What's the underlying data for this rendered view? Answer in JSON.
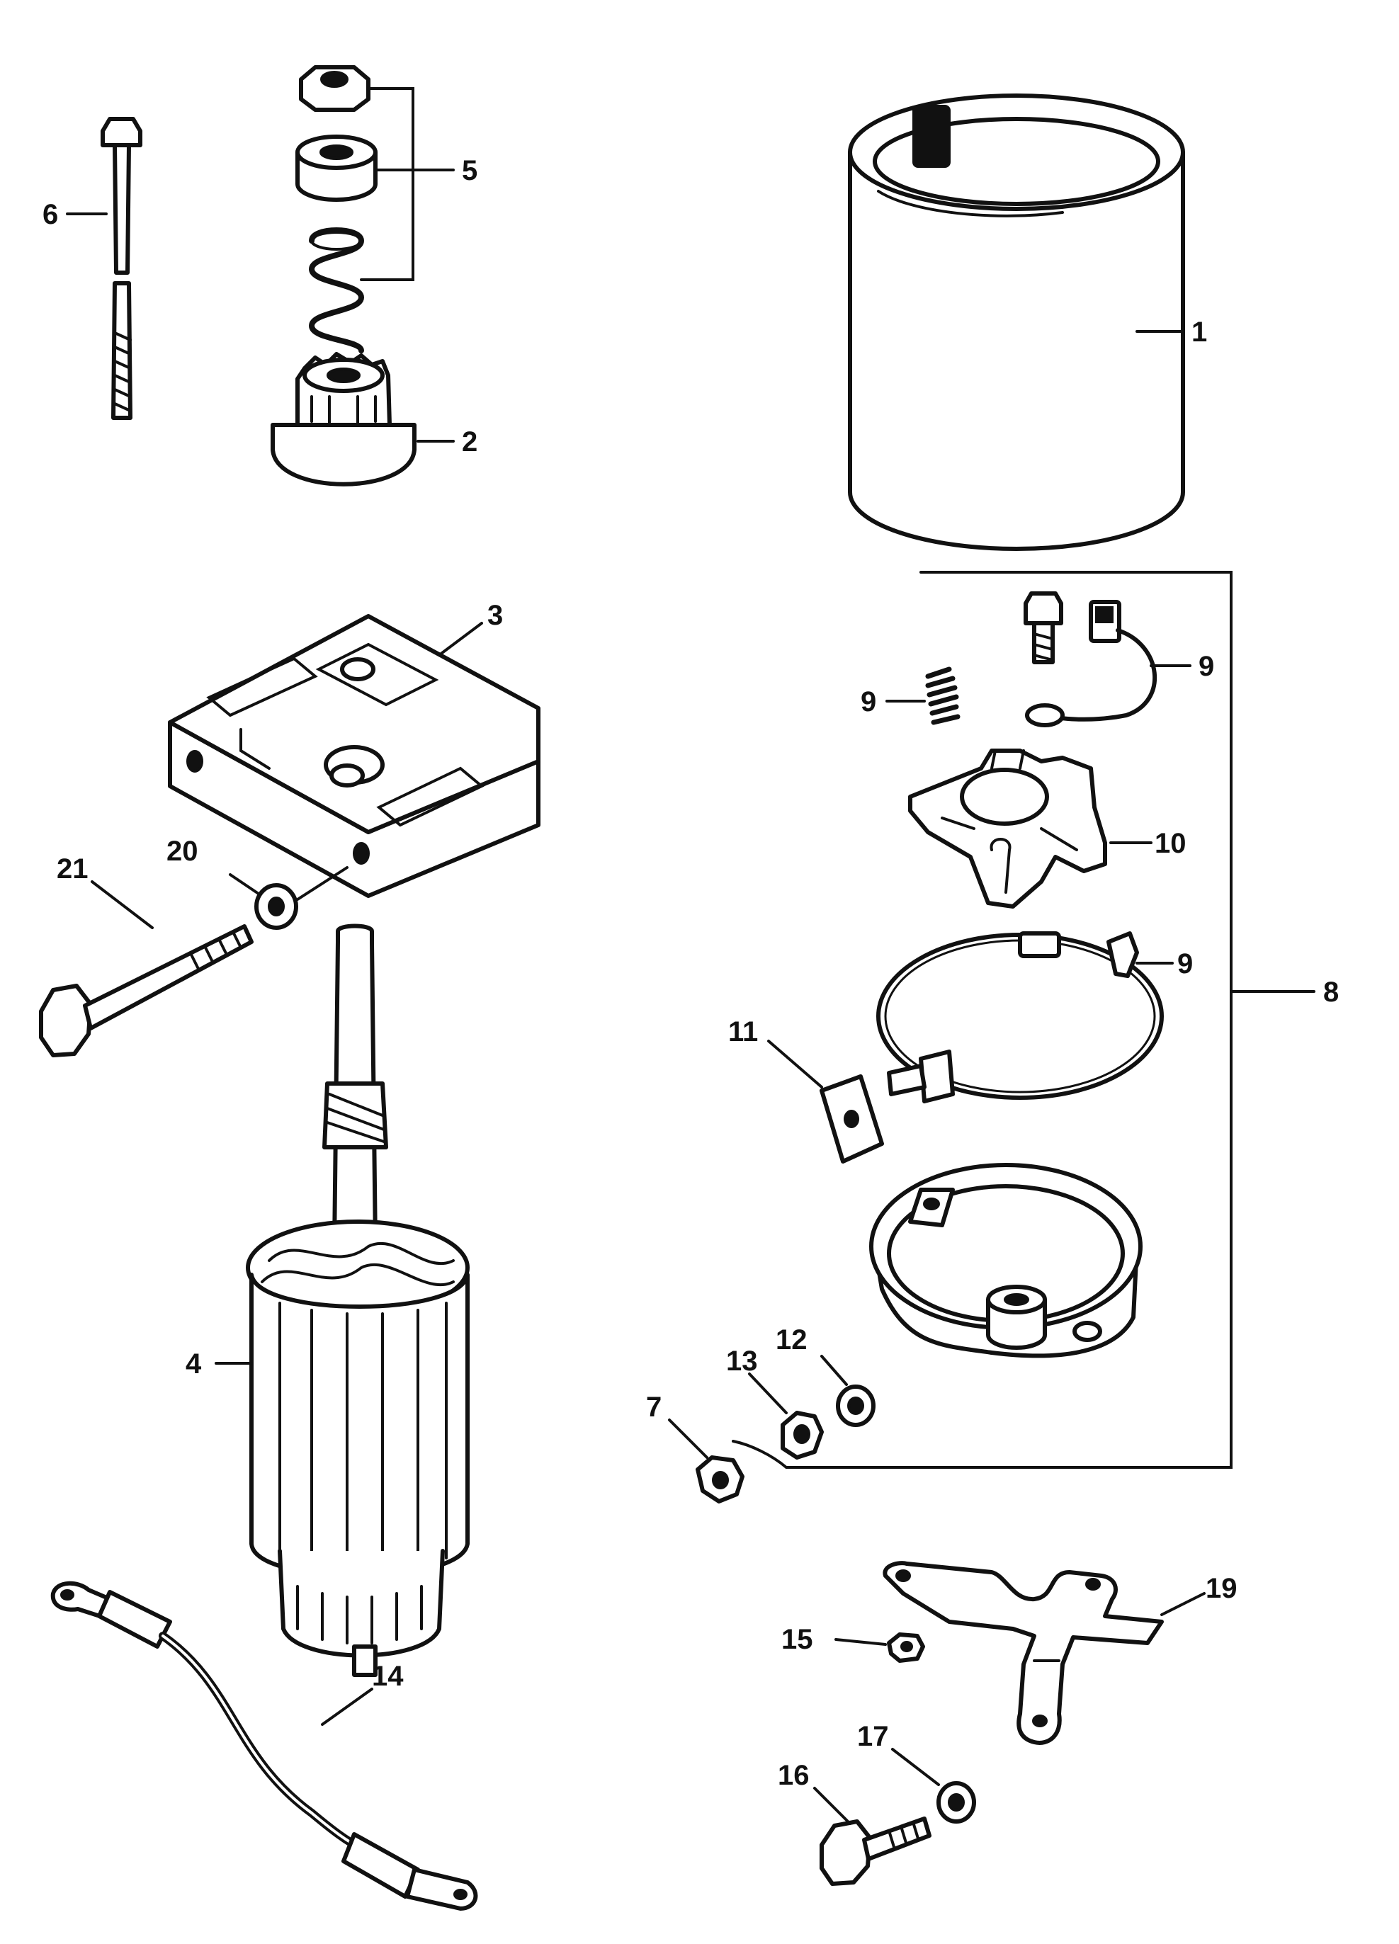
{
  "callouts": {
    "c1": "1",
    "c2": "2",
    "c3": "3",
    "c4": "4",
    "c5": "5",
    "c6": "6",
    "c7": "7",
    "c8": "8",
    "c9a": "9",
    "c9b": "9",
    "c9c": "9",
    "c10": "10",
    "c11": "11",
    "c12": "12",
    "c13": "13",
    "c14": "14",
    "c15": "15",
    "c16": "16",
    "c17": "17",
    "c19": "19",
    "c20": "20",
    "c21": "21"
  },
  "parts": [
    "frame-housing",
    "drive-pinion",
    "drive-end-cap",
    "armature",
    "stop-nut-spacer-spring-set",
    "through-bolt",
    "nut",
    "commutator-end-cap-assembly",
    "brush-and-spring",
    "brush-holder",
    "insulator",
    "washer",
    "lockwasher-nut",
    "ground-cable",
    "nut",
    "bolt",
    "washer",
    "bracket",
    "washer",
    "bolt"
  ]
}
